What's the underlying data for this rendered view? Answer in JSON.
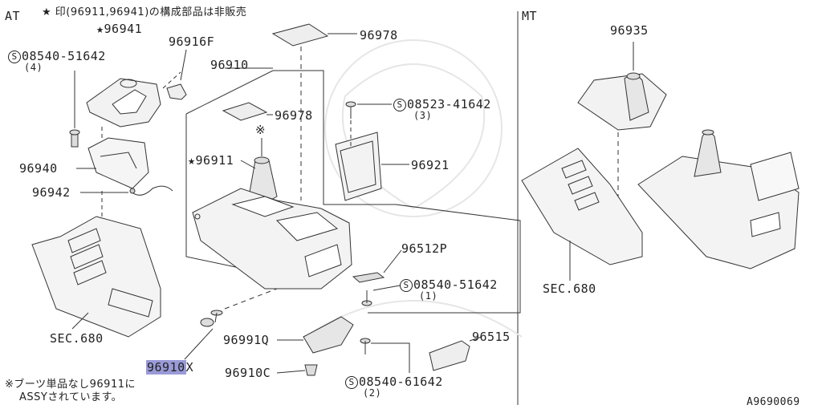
{
  "header": {
    "at_label": "AT",
    "mt_label": "MT",
    "note_top": "★ 印(96911,96941)の構成部品は非販売"
  },
  "parts": {
    "p96941": "★96941",
    "p96916f": "96916F",
    "p96910": "96910",
    "p96978a": "96978",
    "p96978b": "96978",
    "p96911": "★96911",
    "p96940": "96940",
    "p96942": "96942",
    "p96921": "96921",
    "p96512p": "96512P",
    "p96515": "96515",
    "p96991q": "96991Q",
    "p96910c": "96910C",
    "p96910x_base": "96910",
    "p96910x_suffix": "X",
    "p96935": "96935",
    "sec680_left": "SEC.680",
    "sec680_right": "SEC.680",
    "kome": "※"
  },
  "screws": {
    "s1_code": "08540-51642",
    "s1_qty": "(4)",
    "s2_code": "08523-41642",
    "s2_qty": "(3)",
    "s3_code": "08540-51642",
    "s3_qty": "(1)",
    "s4_code": "08540-61642",
    "s4_qty": "(2)",
    "s_symbol": "S"
  },
  "footnote": {
    "line1": "※ブーツ単品なし96911に",
    "line2": "ASSYされています。"
  },
  "diagram_id": "A9690069"
}
